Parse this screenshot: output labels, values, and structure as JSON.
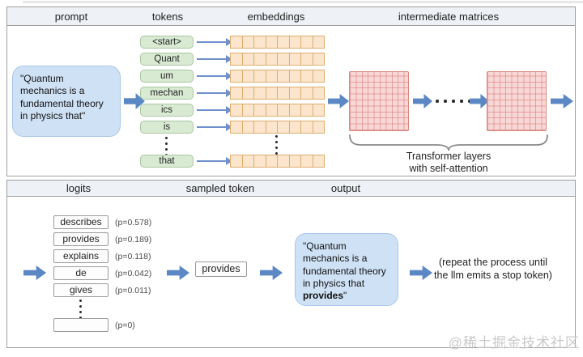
{
  "top_panel": {
    "headers": [
      "prompt",
      "tokens",
      "embeddings",
      "intermediate matrices"
    ],
    "prompt_text": "\"Quantum mechanics is a fundamental theory in physics that\"",
    "tokens": [
      "<start>",
      "Quant",
      "um",
      "mechan",
      "ics",
      "is",
      "that"
    ],
    "transformer_note": [
      "Transformer layers",
      "with self-attention"
    ]
  },
  "bottom_panel": {
    "headers": [
      "logits",
      "sampled token",
      "output"
    ],
    "logits": [
      {
        "token": "describes",
        "p": "(p=0.578)"
      },
      {
        "token": "provides",
        "p": "(p=0.189)"
      },
      {
        "token": "explains",
        "p": "(p=0.118)"
      },
      {
        "token": "de",
        "p": "(p=0.042)"
      },
      {
        "token": "gives",
        "p": "(p=0.011)"
      },
      {
        "token": "",
        "p": "(p=0)"
      }
    ],
    "sampled_token": "provides",
    "output_box": {
      "text": "\"Quantum mechanics is a fundamental theory in physics that ",
      "bold": "provides",
      "suffix": "\""
    },
    "repeat_note": [
      "(repeat the process until",
      "the llm emits a stop token)"
    ]
  },
  "watermark": "@稀土掘金技术社区",
  "colors": {
    "arrow_blue": "#5b87c5",
    "prompt_box_fill": "#cfe2f5",
    "token_fill": "#d9ead3",
    "embedding_fill": "#fbe5cd",
    "matrix_fill": "#f8d7d7",
    "header_bg": "#eef1f6",
    "panel_border": "#9e9e9e",
    "watermark_gray": "#c9c9c9"
  }
}
